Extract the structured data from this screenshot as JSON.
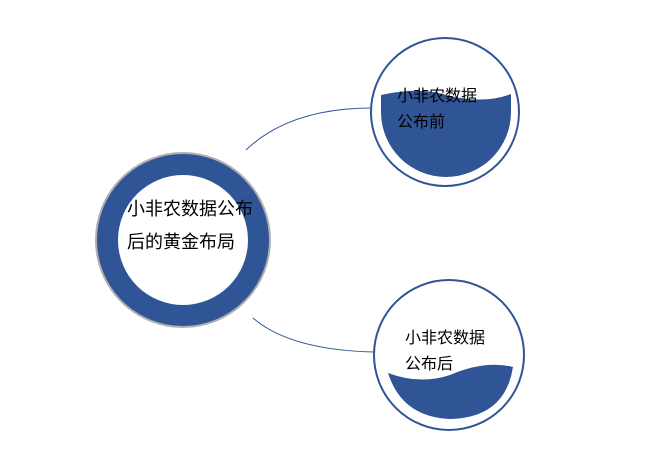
{
  "colors": {
    "primary": "#2f5597",
    "outline": "#b0b0b0"
  },
  "center_node": {
    "line1": "小非农数据公布",
    "line2": "后的黄金布局"
  },
  "nodes": [
    {
      "line1": "小非农数据",
      "line2": "公布前"
    },
    {
      "line1": "小非农数据",
      "line2": "公布后"
    }
  ]
}
